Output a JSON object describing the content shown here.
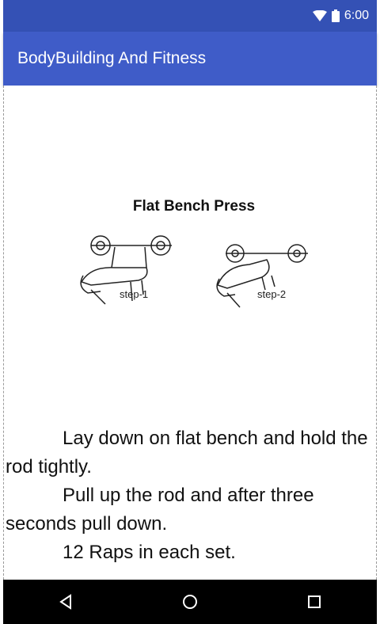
{
  "status_bar": {
    "time": "6:00"
  },
  "app_bar": {
    "title": "BodyBuilding And Fitness"
  },
  "exercise": {
    "title": "Flat Bench Press",
    "step1_label": "step-1",
    "step2_label": "step-2"
  },
  "description": [
    "Lay down on flat bench and hold the rod tightly.",
    "Pull up the rod and after three seconds pull down.",
    "12 Raps in each set."
  ],
  "nav": {
    "back_icon": "back-triangle-icon",
    "home_icon": "home-circle-icon",
    "recents_icon": "recents-square-icon"
  },
  "colors": {
    "status_bar": "#3451b5",
    "app_bar": "#3f5cc8",
    "nav_bar": "#000000"
  }
}
